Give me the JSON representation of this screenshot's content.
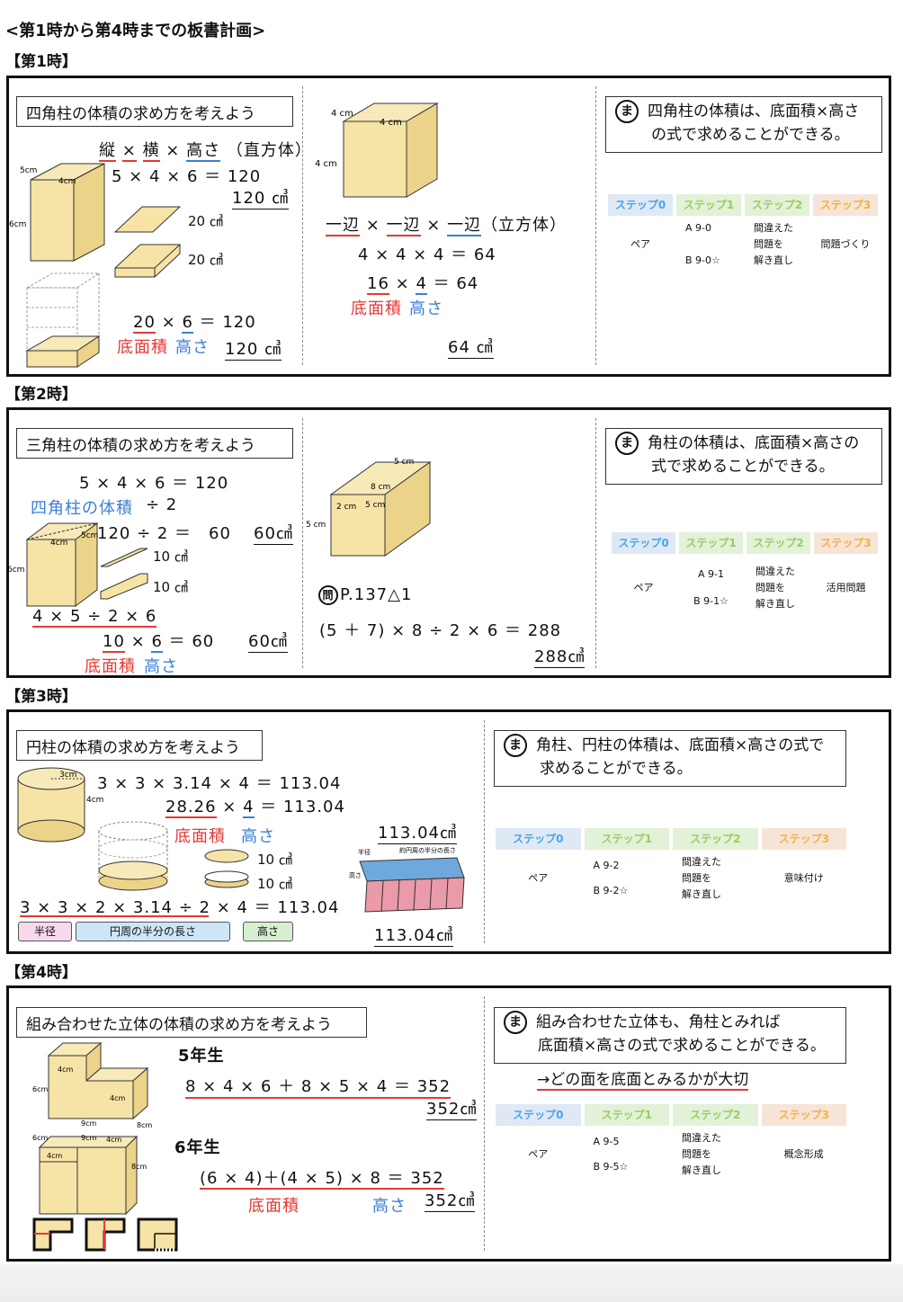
{
  "title": "<第1時から第4時までの板書計画>",
  "matome_icon": "ま",
  "step_headers": [
    "ステップ0",
    "ステップ1",
    "ステップ2",
    "ステップ3"
  ],
  "lesson1": {
    "heading": "【第1時】",
    "task": "四角柱の体積の求め方を考えよう",
    "formula_words": {
      "tate": "縦",
      "x1": "×",
      "yoko": "横",
      "x2": "×",
      "takasa": "高さ",
      "note": "（直方体）"
    },
    "eq1": "5 × 4 × 6 ＝ 120",
    "ans1": "120 ㎤",
    "layer1": "20 ㎤",
    "layer2": "20 ㎤",
    "eq2_base": "20",
    "eq2_mid": " × ",
    "eq2_h": "6",
    "eq2_rest": " ＝ 120",
    "label_base": "底面積",
    "label_height": "高さ",
    "ans2": "120 ㎤",
    "box_labels": [
      "5cm",
      "4cm",
      "6cm"
    ],
    "cube_labels": [
      "4 cm",
      "4 cm",
      "4 cm"
    ],
    "cube_formula": {
      "a": "一辺",
      "x": " × ",
      "b": "一辺",
      "c": "一辺",
      "note": "（立方体）"
    },
    "cube_eq1": "4 × 4 × 4 ＝ 64",
    "cube_eq2_base": "16",
    "cube_eq2_mid": " × ",
    "cube_eq2_h": "4",
    "cube_eq2_rest": " ＝ 64",
    "cube_ans": "64 ㎤",
    "summary_line1": "四角柱の体積は、底面積×高さ",
    "summary_line2": "の式で求めることができる。",
    "steps": {
      "s0": "ペア",
      "s1a": "A 9-0",
      "s1b": "B 9-0☆",
      "s2": [
        "間違えた",
        "問題を",
        "解き直し"
      ],
      "s3": "問題づくり"
    }
  },
  "lesson2": {
    "heading": "【第2時】",
    "task": "三角柱の体積の求め方を考えよう",
    "eq1": "5 × 4 × 6 ＝ 120",
    "prism_volume": "四角柱の体積",
    "div2": "÷ 2",
    "eq2": "120 ÷ 2 ＝　60",
    "ans1": "60㎤",
    "half1": "10 ㎤",
    "half2": "10 ㎤",
    "eq3": "4 × 5 ÷ 2 × 6",
    "eq4_base": "10",
    "eq4_mid": " × ",
    "eq4_h": "6",
    "eq4_rest": " ＝ 60",
    "ans2": "60㎤",
    "label_base": "底面積",
    "label_height": "高さ",
    "box_labels": [
      "4cm",
      "5cm",
      "6cm"
    ],
    "prism_labels": [
      "5 cm",
      "8 cm",
      "2 cm",
      "5 cm",
      "5 cm"
    ],
    "problem_icon": "問",
    "problem": "P.137△1",
    "eq5": "(5 ＋ 7) × 8 ÷ 2 × 6 ＝ 288",
    "ans3": "288㎤",
    "summary_line1": "角柱の体積は、底面積×高さの",
    "summary_line2": "式で求めることができる。",
    "steps": {
      "s0": "ペア",
      "s1a": "A 9-1",
      "s1b": "B 9-1☆",
      "s2": [
        "間違えた",
        "問題を",
        "解き直し"
      ],
      "s3": "活用問題"
    }
  },
  "lesson3": {
    "heading": "【第3時】",
    "task": "円柱の体積の求め方を考えよう",
    "eq1": "3 × 3 × 3.14 × 4 ＝ 113.04",
    "eq2_base": "28.26",
    "eq2_mid": " × ",
    "eq2_h": "4",
    "eq2_rest": " ＝ 113.04",
    "label_base": "底面積",
    "label_height": "高さ",
    "ans1": "113.04㎤",
    "disk1": "10 ㎤",
    "disk2": "10 ㎤",
    "eq3": "3 × 3 × 2 × 3.14 ÷ 2 × 4 ＝ 113.04",
    "tag_radius": "半径",
    "tag_half_circ": "円周の半分の長さ",
    "tag_height": "高さ",
    "ans2": "113.04㎤",
    "cyl_labels": [
      "3cm",
      "4cm"
    ],
    "slice_labels": [
      "半径",
      "約円周の半分の長さ",
      "高さ"
    ],
    "summary_line1": "角柱、円柱の体積は、底面積×高さの式で",
    "summary_line2": "求めることができる。",
    "steps": {
      "s0": "ペア",
      "s1a": "A 9-2",
      "s1b": "B 9-2☆",
      "s2": [
        "間違えた",
        "問題を",
        "解き直し"
      ],
      "s3": "意味付け"
    }
  },
  "lesson4": {
    "heading": "【第4時】",
    "task": "組み合わせた立体の体積の求め方を考えよう",
    "grade5": "5年生",
    "eq5": "8 × 4 × 6 ＋ 8 × 5 × 4 ＝ 352",
    "ans5": "352㎤",
    "grade6": "6年生",
    "eq6": "(6 × 4)＋(4 × 5) × 8 ＝ 352",
    "label_base": "底面積",
    "label_height": "高さ",
    "ans6": "352㎤",
    "solid_labels": [
      "4cm",
      "6cm",
      "4cm",
      "8cm",
      "9cm",
      "6cm",
      "4cm",
      "4cm",
      "8cm",
      "9cm"
    ],
    "summary_line1": "組み合わせた立体も、角柱とみれば",
    "summary_line2": "底面積×高さの式で求めることができる。",
    "key_point": "→どの面を底面とみるかが大切",
    "steps": {
      "s0": "ペア",
      "s1a": "A 9-5",
      "s1b": "B 9-5☆",
      "s2": [
        "間違えた",
        "問題を",
        "解き直し"
      ],
      "s3": "概念形成"
    }
  }
}
